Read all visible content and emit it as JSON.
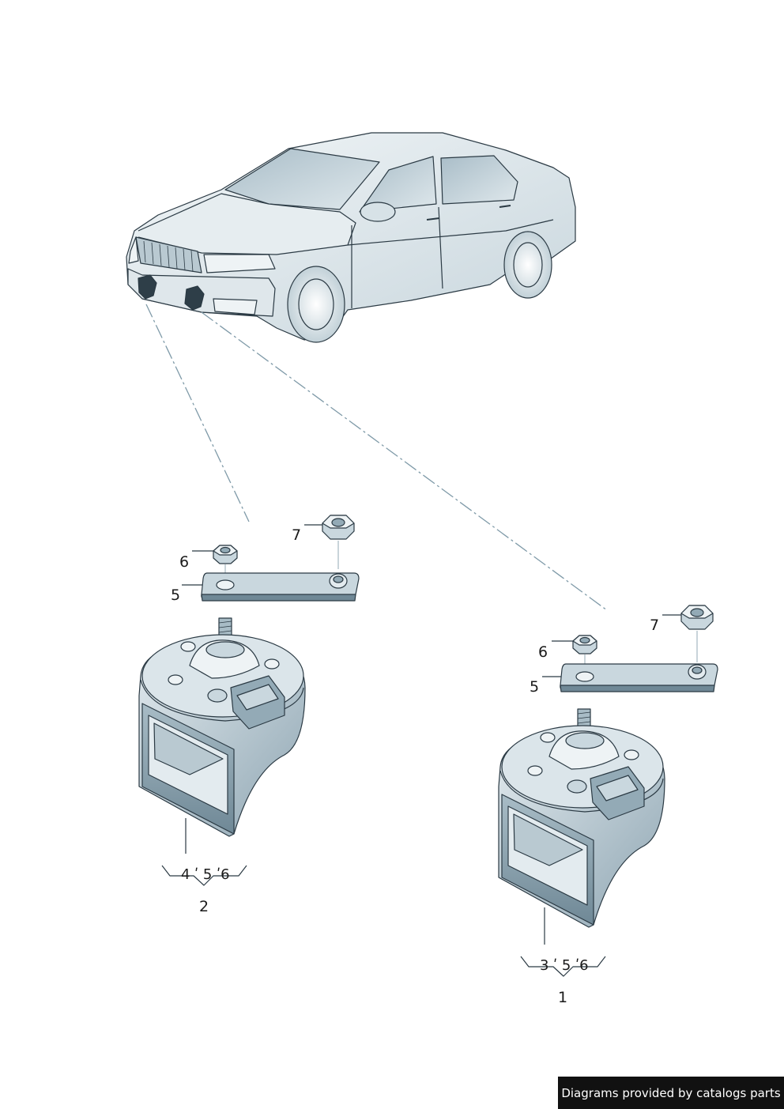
{
  "callouts": {
    "left": {
      "nut_small": "6",
      "nut_large": "7",
      "bracket": "5",
      "refs": "4 ʹ 5 ʹ6",
      "item": "2"
    },
    "right": {
      "nut_small": "6",
      "nut_large": "7",
      "bracket": "5",
      "refs": "3 ʹ 5 ʹ6",
      "item": "1"
    }
  },
  "credit": "Diagrams provided by catalogs parts",
  "colors": {
    "line": "#2b3a44",
    "fill_light": "#e8eef1",
    "fill_mid": "#c9d7de",
    "fill_dark": "#93aab6",
    "accent_dash": "#7f9aa8"
  }
}
